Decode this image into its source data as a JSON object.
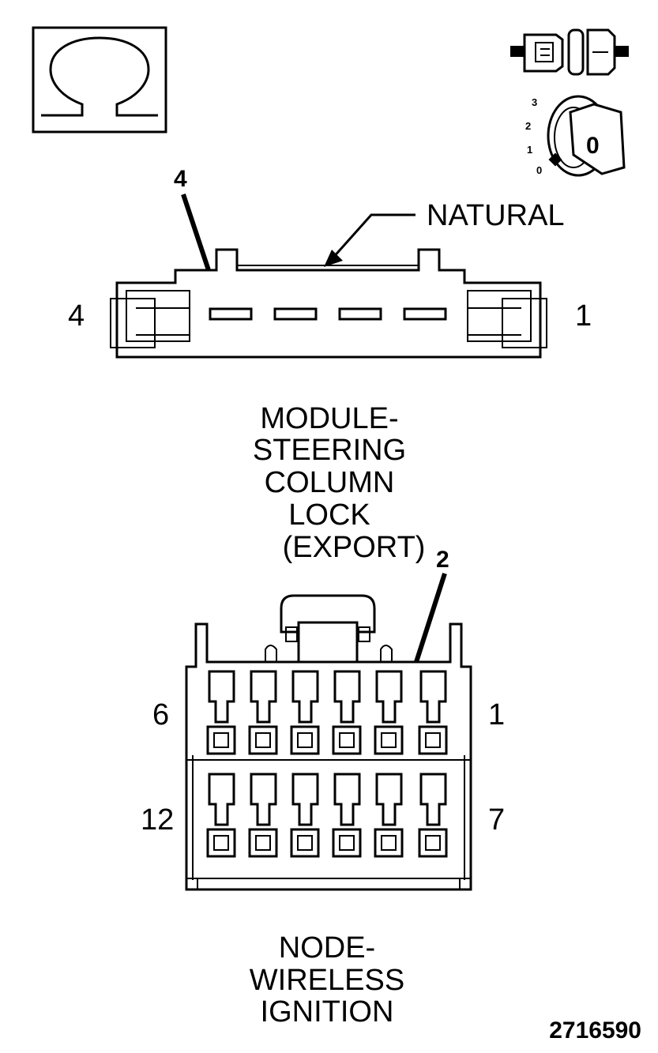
{
  "icons": {
    "ohm": "ohm-icon",
    "connector": "connector-plug-icon",
    "ignition": "ignition-key-icon"
  },
  "ignition_positions": [
    "3",
    "2",
    "1",
    "0"
  ],
  "ignition_key_label": "0",
  "connector1": {
    "callout_pin": "4",
    "color_label": "NATURAL",
    "left_pin": "4",
    "right_pin": "1",
    "title_lines": [
      "MODULE-",
      "STEERING",
      "COLUMN",
      "LOCK",
      "(EXPORT)"
    ]
  },
  "connector2": {
    "callout_pin": "2",
    "top_left_pin": "6",
    "top_right_pin": "1",
    "bottom_left_pin": "12",
    "bottom_right_pin": "7",
    "title_lines": [
      "NODE-",
      "WIRELESS",
      "IGNITION"
    ]
  },
  "figure_number": "2716590"
}
